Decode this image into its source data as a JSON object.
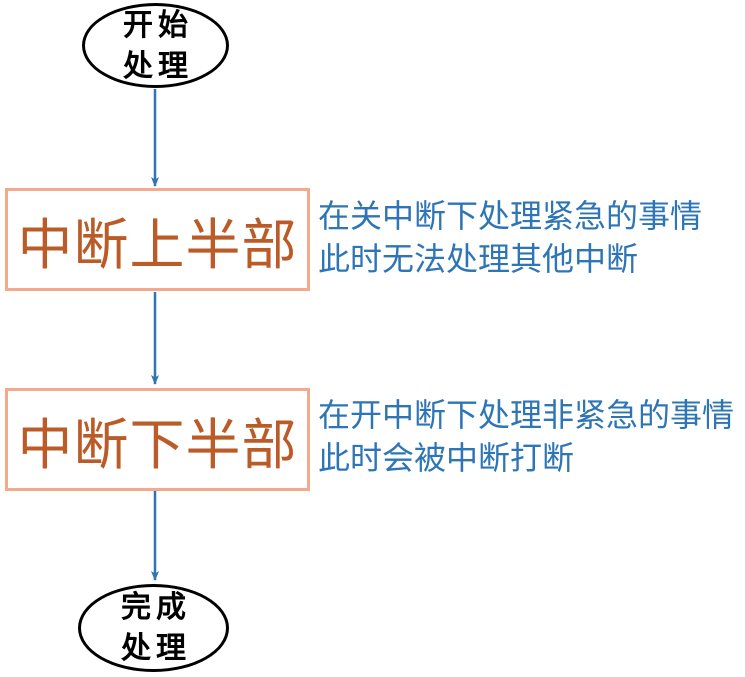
{
  "flow": {
    "title": "interrupt-top-bottom-half-flowchart",
    "start": {
      "line1": "开始",
      "line2": "处理"
    },
    "end": {
      "line1": "完成",
      "line2": "处理"
    },
    "steps": [
      {
        "label": "中断上半部",
        "note": {
          "line1": "在关中断下处理紧急的事情",
          "line2": "此时无法处理其他中断"
        }
      },
      {
        "label": "中断下半部",
        "note": {
          "line1": "在开中断下处理非紧急的事情",
          "line2": "此时会被中断打断"
        }
      }
    ],
    "colors": {
      "arrow": "#2E75B6",
      "note_text": "#2E75B6",
      "box_border": "#F2A98C",
      "box_text": "#BB5B27",
      "terminal_border": "#000000",
      "terminal_text": "#000000"
    }
  }
}
